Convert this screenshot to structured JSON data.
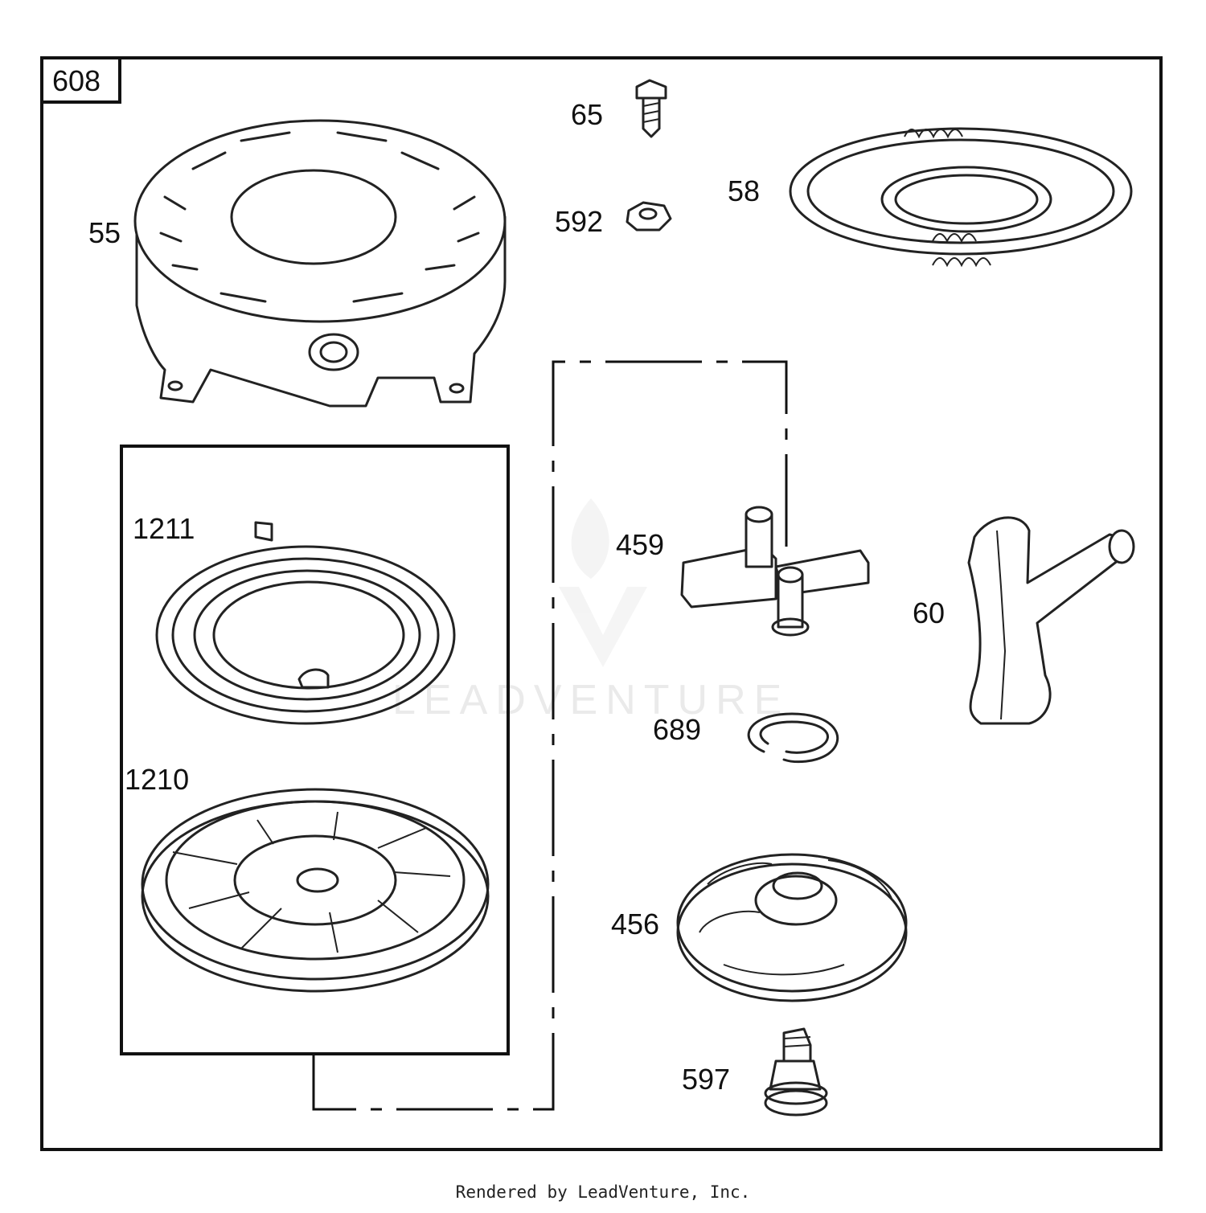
{
  "diagram": {
    "kit_label": "608",
    "watermark_text": "LEADVENTURE",
    "footer_text": "Rendered by LeadVenture, Inc.",
    "parts": [
      {
        "id": "55",
        "name": "blower-housing"
      },
      {
        "id": "65",
        "name": "screw"
      },
      {
        "id": "592",
        "name": "nut"
      },
      {
        "id": "58",
        "name": "starter-rope"
      },
      {
        "id": "1211",
        "name": "recoil-spring"
      },
      {
        "id": "1210",
        "name": "pulley"
      },
      {
        "id": "459",
        "name": "dog-pawls"
      },
      {
        "id": "60",
        "name": "starter-handle"
      },
      {
        "id": "689",
        "name": "retainer-ring"
      },
      {
        "id": "456",
        "name": "retainer"
      },
      {
        "id": "597",
        "name": "shoulder-screw"
      }
    ]
  }
}
